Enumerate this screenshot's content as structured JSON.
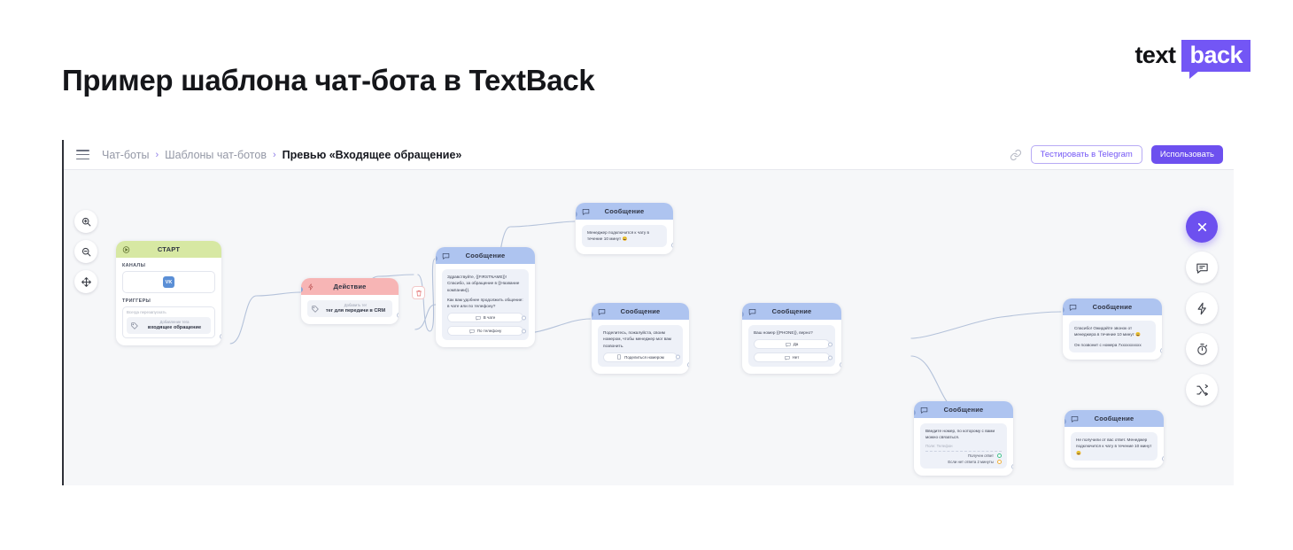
{
  "heading": "Пример шаблона чат-бота в TextBack",
  "logo": {
    "left": "text",
    "right": "back",
    "color": "#7356f5"
  },
  "topbar": {
    "menu_icon": "hamburger-icon",
    "breadcrumbs": [
      {
        "label": "Чат-боты",
        "active": false
      },
      {
        "label": "Шаблоны чат-ботов",
        "active": false
      },
      {
        "label": "Превью «Входящее обращение»",
        "active": true
      }
    ],
    "separator": "›",
    "link_icon": "link-icon",
    "test_button": "Тестировать в Telegram",
    "use_button": "Использовать"
  },
  "toolbar_left": [
    {
      "name": "zoom-in-icon",
      "label": "Увеличить"
    },
    {
      "name": "zoom-out-icon",
      "label": "Уменьшить"
    },
    {
      "name": "move-icon",
      "label": "Переместить"
    }
  ],
  "toolbar_right": [
    {
      "name": "close-icon",
      "label": "Закрыть"
    },
    {
      "name": "message-icon",
      "label": "Сообщение"
    },
    {
      "name": "action-icon",
      "label": "Действие"
    },
    {
      "name": "timer-icon",
      "label": "Таймер"
    },
    {
      "name": "condition-icon",
      "label": "Условие"
    }
  ],
  "nodes": {
    "start": {
      "title": "СТАРТ",
      "channels_label": "КАНАЛЫ",
      "channel_icon": "vk-icon",
      "triggers_label": "ТРИГГЕРЫ",
      "trigger_note": "Всегда перезапускать",
      "trigger_sub": "Добавление тега",
      "trigger_main": "входящее обращение"
    },
    "action": {
      "title": "Действие",
      "sub": "Добавить тег",
      "main": "тег для передачи в CRM",
      "delete_icon": "trash-icon"
    },
    "msg_greeting": {
      "title": "Сообщение",
      "lines": [
        "Здравствуйте, {{FIRSTNAME}}! Спасибо, за обращение в {{Название компании}}.",
        "Как вам удобнее продолжить общение: в чате или по телефону?"
      ],
      "replies": [
        "В чате",
        "По телефону"
      ]
    },
    "msg_manager_chat": {
      "title": "Сообщение",
      "lines": [
        "Менеджер подключится к чату в течение 10 минут 😄"
      ],
      "replies": []
    },
    "msg_share_phone": {
      "title": "Сообщение",
      "lines": [
        "Поделитесь, пожалуйста, своим номером, чтобы менеджер мог вам позвонить."
      ],
      "replies": [
        "Поделиться номером"
      ]
    },
    "msg_confirm_phone": {
      "title": "Сообщение",
      "lines": [
        "Ваш номер {{PHONE}}, верно?"
      ],
      "replies": [
        "Да",
        "Нет"
      ]
    },
    "msg_thanks_call": {
      "title": "Сообщение",
      "lines": [
        "Спасибо! Ожидайте звонок от менеджера в течение 10 минут 😄",
        "Он позвонит с номера 7хххххххххх"
      ],
      "replies": []
    },
    "msg_enter_phone": {
      "title": "Сообщение",
      "lines": [
        "Введите номер, по которому с вами можно связаться."
      ],
      "field_label": "Поле: Телефон",
      "outputs": [
        {
          "label": "Получен ответ",
          "color": "#3fc08a"
        },
        {
          "label": "Если нет ответа 2 минуты",
          "color": "#f0b03c"
        }
      ]
    },
    "msg_no_answer": {
      "title": "Сообщение",
      "lines": [
        "Не получили от вас ответ. Менеджер подключится к чату в течение 10 минут 😄"
      ],
      "replies": []
    }
  }
}
